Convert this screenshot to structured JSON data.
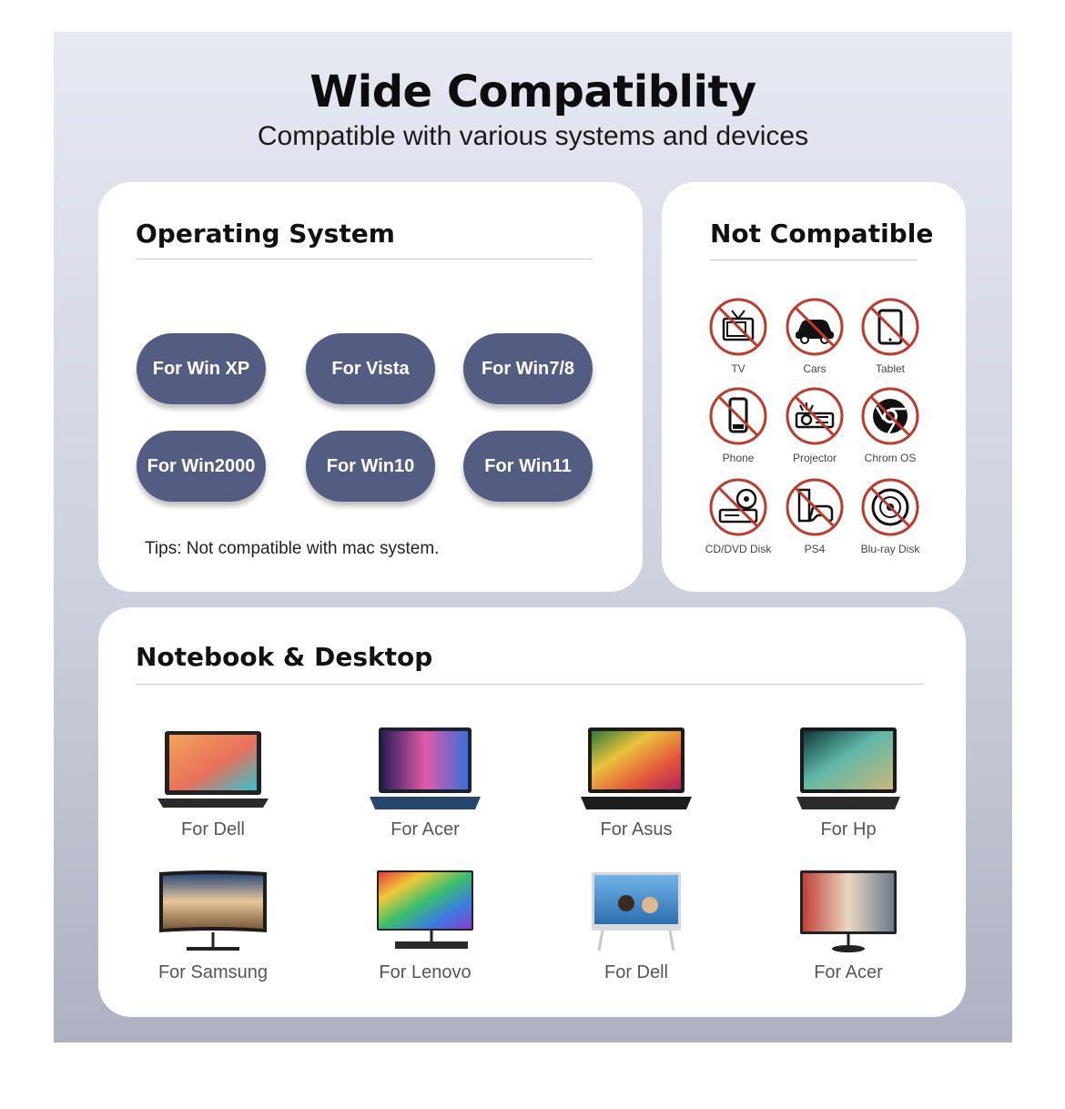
{
  "header": {
    "title": "Wide Compatiblity",
    "subtitle": "Compatible with various systems and devices"
  },
  "operating_system": {
    "title": "Operating System",
    "items": [
      "For Win XP",
      "For Vista",
      "For Win7/8",
      "For Win2000",
      "For Win10",
      "For Win11"
    ],
    "tips": "Tips: Not compatible with mac system."
  },
  "not_compatible": {
    "title": "Not Compatible",
    "items": [
      {
        "label": "TV",
        "icon": "tv-icon"
      },
      {
        "label": "Cars",
        "icon": "car-icon"
      },
      {
        "label": "Tablet",
        "icon": "tablet-icon"
      },
      {
        "label": "Phone",
        "icon": "phone-icon"
      },
      {
        "label": "Projector",
        "icon": "projector-icon"
      },
      {
        "label": "Chrom OS",
        "icon": "chrome-icon"
      },
      {
        "label": "CD/DVD Disk",
        "icon": "dvd-drive-icon"
      },
      {
        "label": "PS4",
        "icon": "ps4-icon"
      },
      {
        "label": "Blu-ray Disk",
        "icon": "disc-icon"
      }
    ],
    "prohibit_color": "#c0392b"
  },
  "notebook_desktop": {
    "title": "Notebook & Desktop",
    "items": [
      {
        "label": "For Dell",
        "kind": "laptop"
      },
      {
        "label": "For Acer",
        "kind": "laptop"
      },
      {
        "label": "For Asus",
        "kind": "laptop"
      },
      {
        "label": "For Hp",
        "kind": "laptop"
      },
      {
        "label": "For Samsung",
        "kind": "monitor"
      },
      {
        "label": "For Lenovo",
        "kind": "monitor"
      },
      {
        "label": "For Dell",
        "kind": "all-in-one"
      },
      {
        "label": "For Acer",
        "kind": "monitor"
      }
    ]
  },
  "colors": {
    "pill": "#535d82",
    "panel_top": "#e6e9f2",
    "panel_bottom": "#adb1c2"
  }
}
